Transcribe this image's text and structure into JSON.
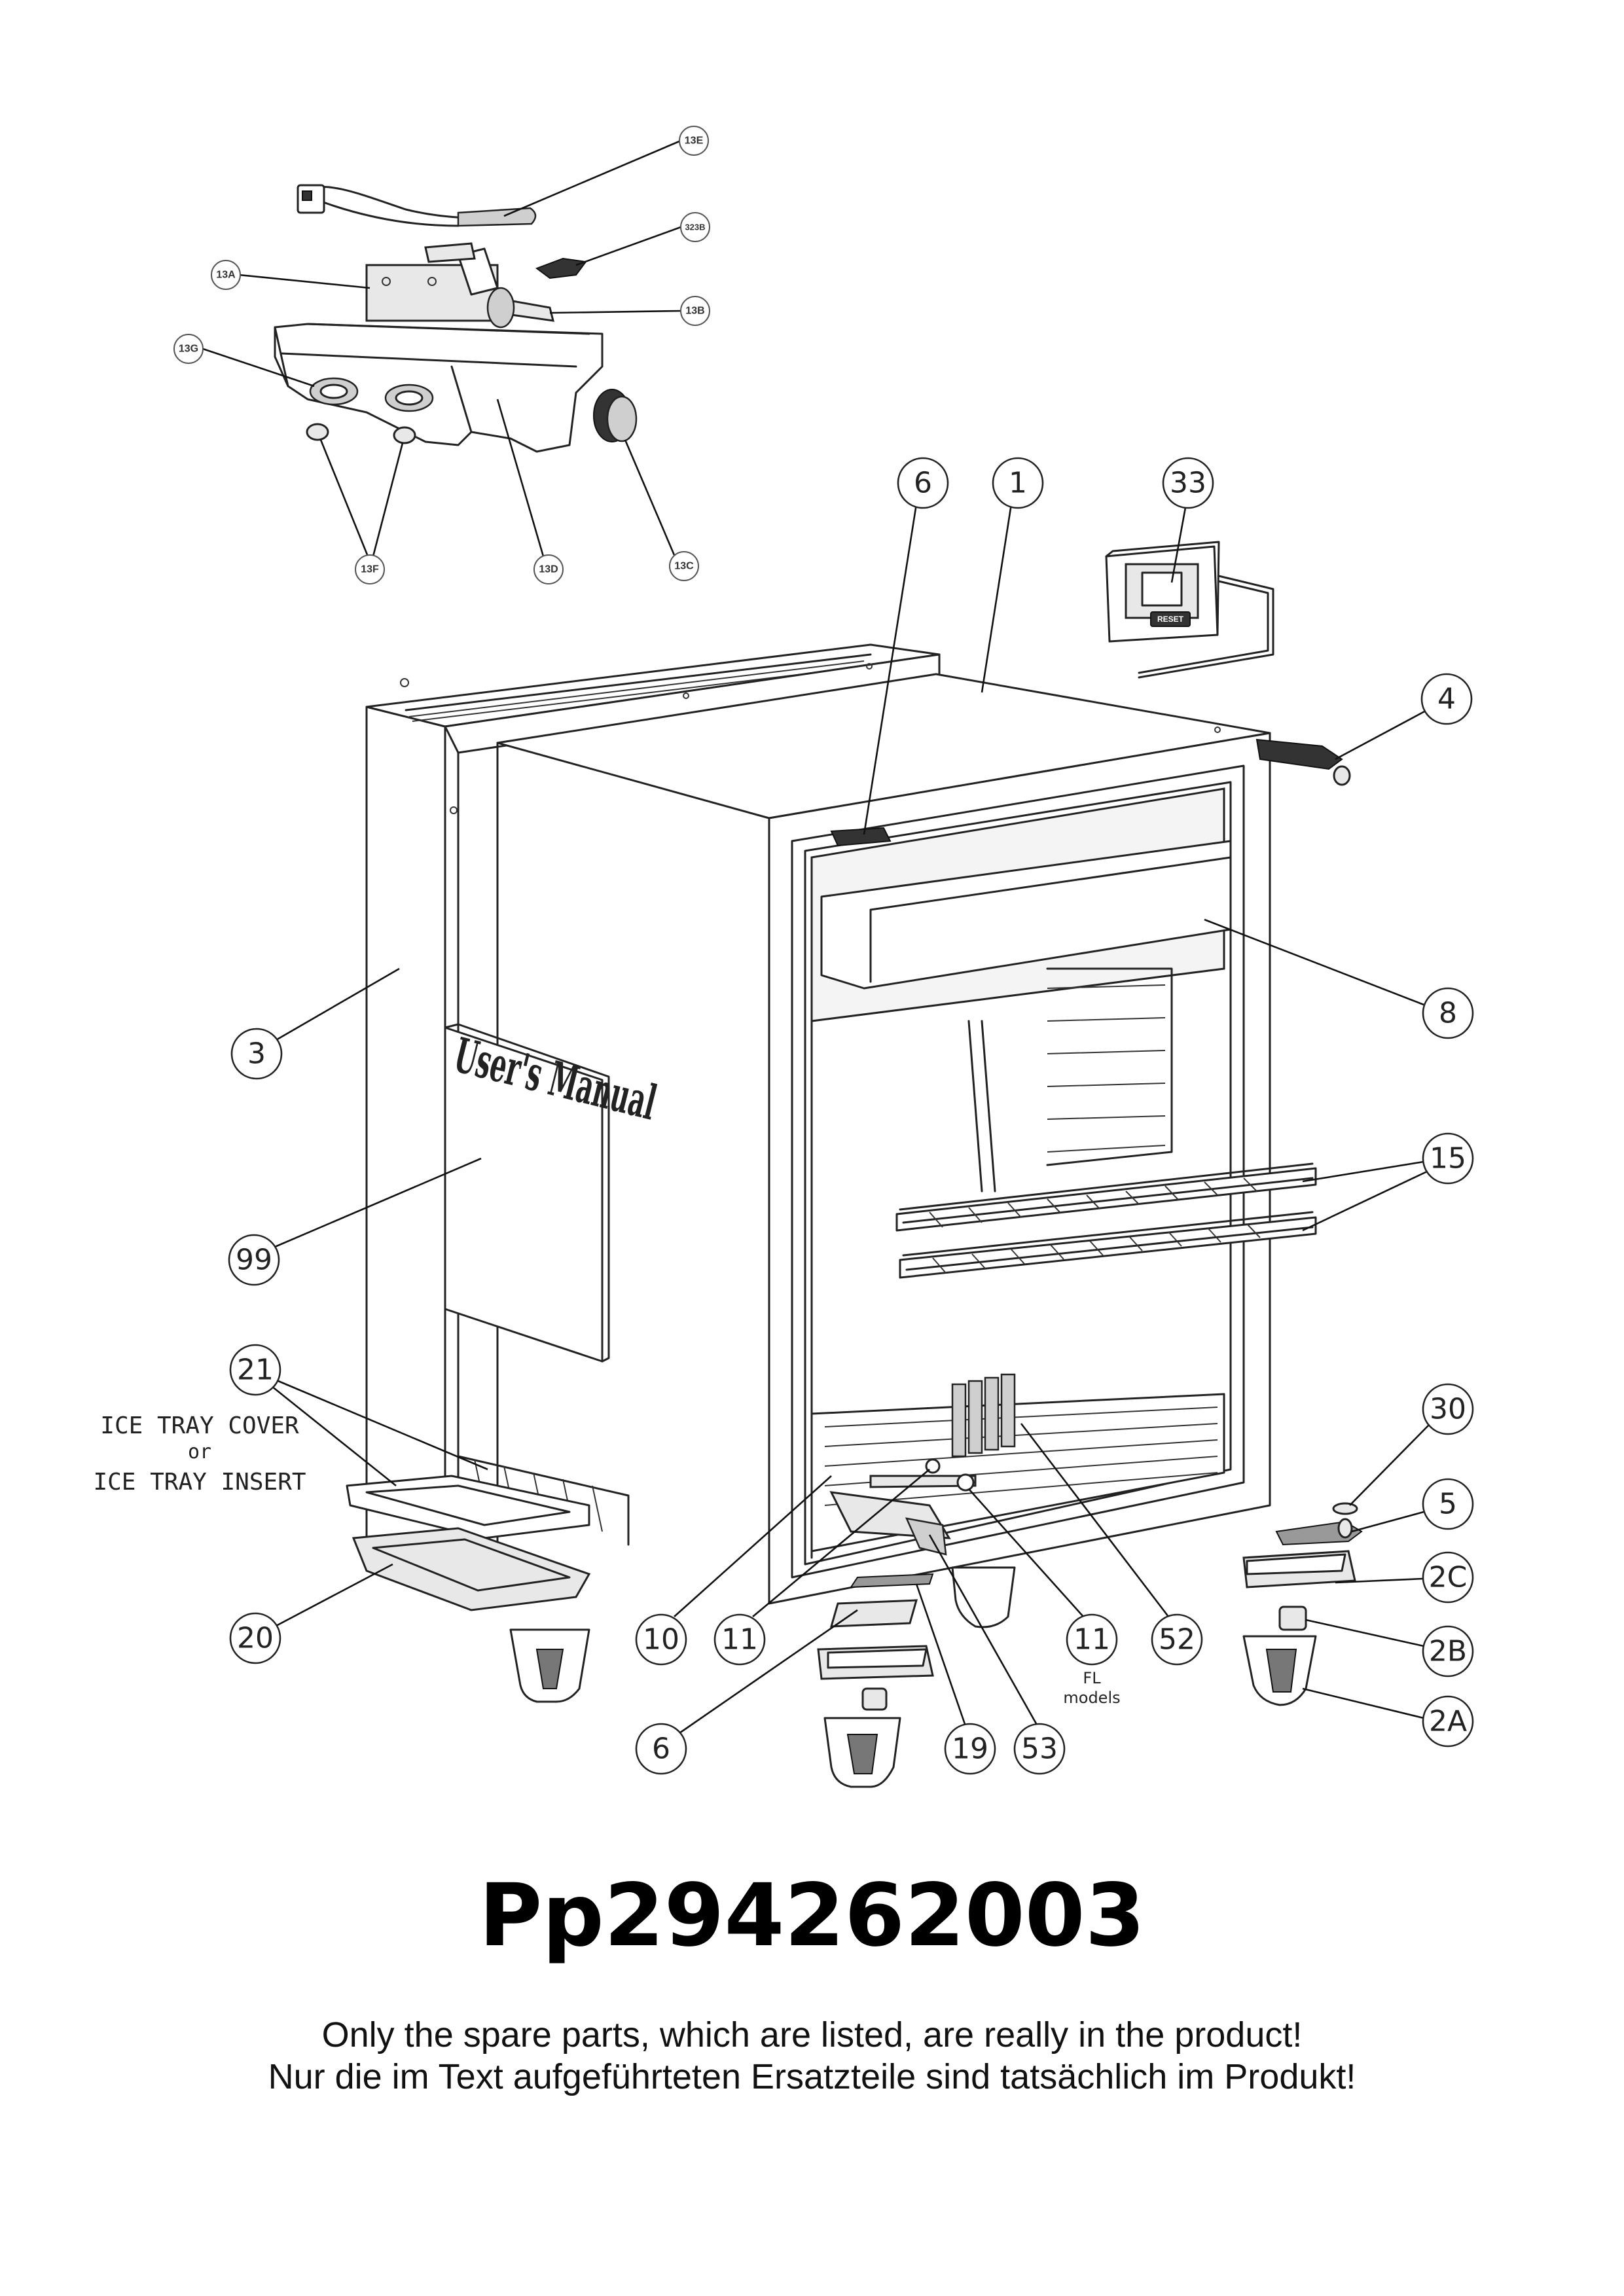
{
  "document_code": "Pp294262003",
  "disclaimer_en": "Only the spare parts, which are listed, are really in the product!",
  "disclaimer_de": "Nur die im Text aufgeführteten Ersatzteile sind tatsächlich im Produkt!",
  "manual_label": "User's Manual",
  "ice_tray_note": [
    "ICE TRAY COVER",
    "or",
    "ICE TRAY INSERT"
  ],
  "fl_note": [
    "FL",
    "models"
  ],
  "thermostat_callouts": {
    "c13E": "13E",
    "c323B": "323B",
    "c13A": "13A",
    "c13B": "13B",
    "c13G": "13G",
    "c13F": "13F",
    "c13D": "13D",
    "c13C": "13C"
  },
  "callouts": {
    "c6_top": "6",
    "c1": "1",
    "c33": "33",
    "c4": "4",
    "c8": "8",
    "c3": "3",
    "c15": "15",
    "c99": "99",
    "c21": "21",
    "c30": "30",
    "c5": "5",
    "c2C": "2C",
    "c20": "20",
    "c10": "10",
    "c11a": "11",
    "c11b": "11",
    "c52": "52",
    "c2B": "2B",
    "c2A": "2A",
    "c6_bottom": "6",
    "c19": "19",
    "c53": "53"
  },
  "display_button_label": "RESET"
}
